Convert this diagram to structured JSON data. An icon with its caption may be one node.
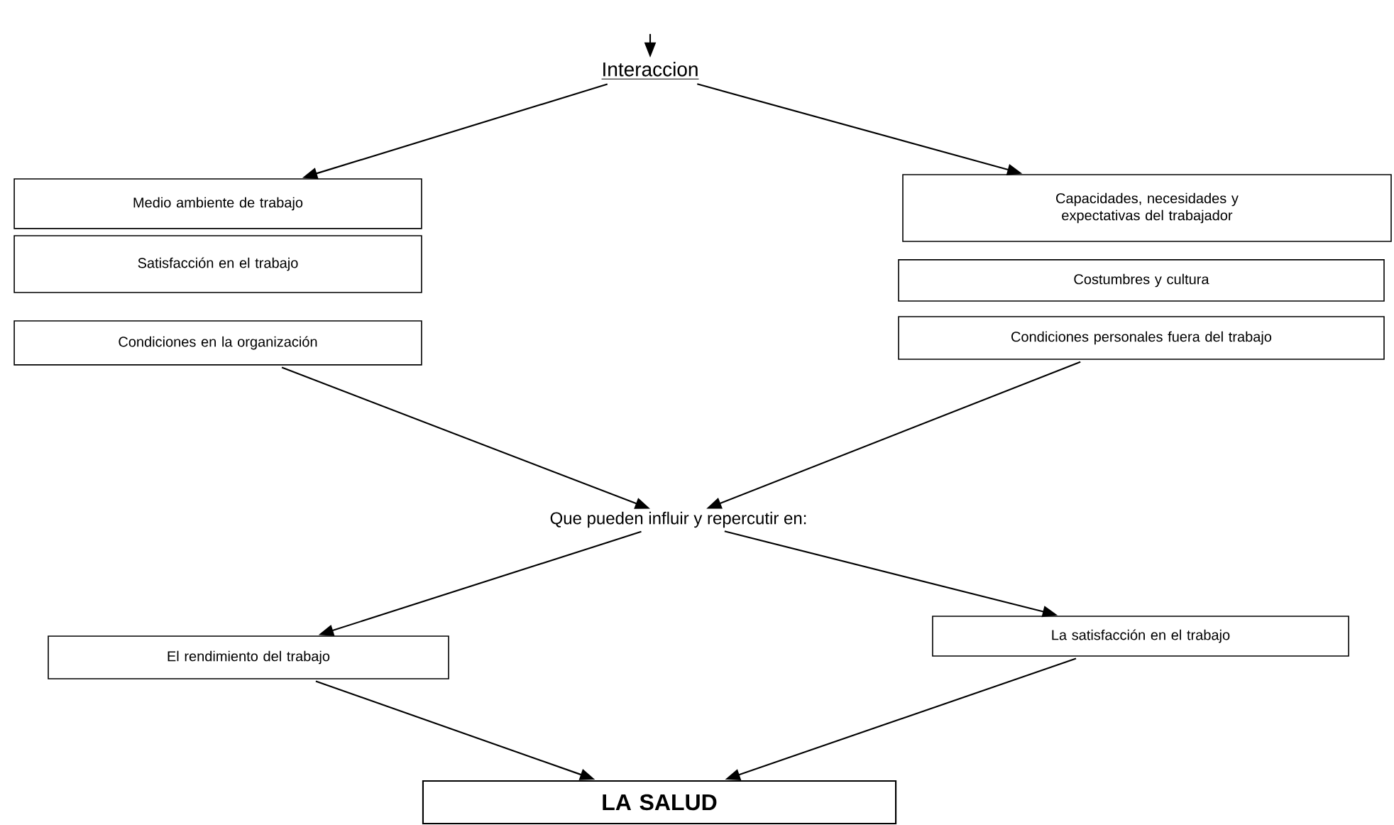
{
  "diagram": {
    "nodes": [
      {
        "text": [
          "Interaccion"
        ]
      },
      {
        "text": [
          "Medio ambiente de trabajo"
        ]
      },
      {
        "text": [
          "Satisfacción en el trabajo"
        ]
      },
      {
        "text": [
          "Condiciones en la organización"
        ]
      },
      {
        "text": [
          "Capacidades, necesidades y expectativas del trabajador"
        ]
      },
      {
        "text": [
          "Costumbres y cultura"
        ]
      },
      {
        "text": [
          "Condiciones personales fuera del trabajo"
        ]
      },
      {
        "text": [
          "Que pueden influir y repercutir en:"
        ]
      },
      {
        "text": [
          "El rendimiento del trabajo"
        ]
      },
      {
        "text": [
          "La satisfacción en el trabajo"
        ]
      },
      {
        "text": [
          "LA SALUD"
        ]
      }
    ],
    "edges": [
      {
        "from": null,
        "to": 0,
        "arrow": "to"
      },
      {
        "from": 0,
        "to": 1,
        "arrow": "to"
      },
      {
        "from": 0,
        "to": 4,
        "arrow": "to"
      },
      {
        "from": 3,
        "to": 7,
        "arrow": "to"
      },
      {
        "from": 6,
        "to": 7,
        "arrow": "to"
      },
      {
        "from": 7,
        "to": 8,
        "arrow": "to"
      },
      {
        "from": 7,
        "to": 9,
        "arrow": "to"
      },
      {
        "from": 8,
        "to": 10,
        "arrow": "to"
      },
      {
        "from": 9,
        "to": 10,
        "arrow": "to"
      }
    ]
  }
}
